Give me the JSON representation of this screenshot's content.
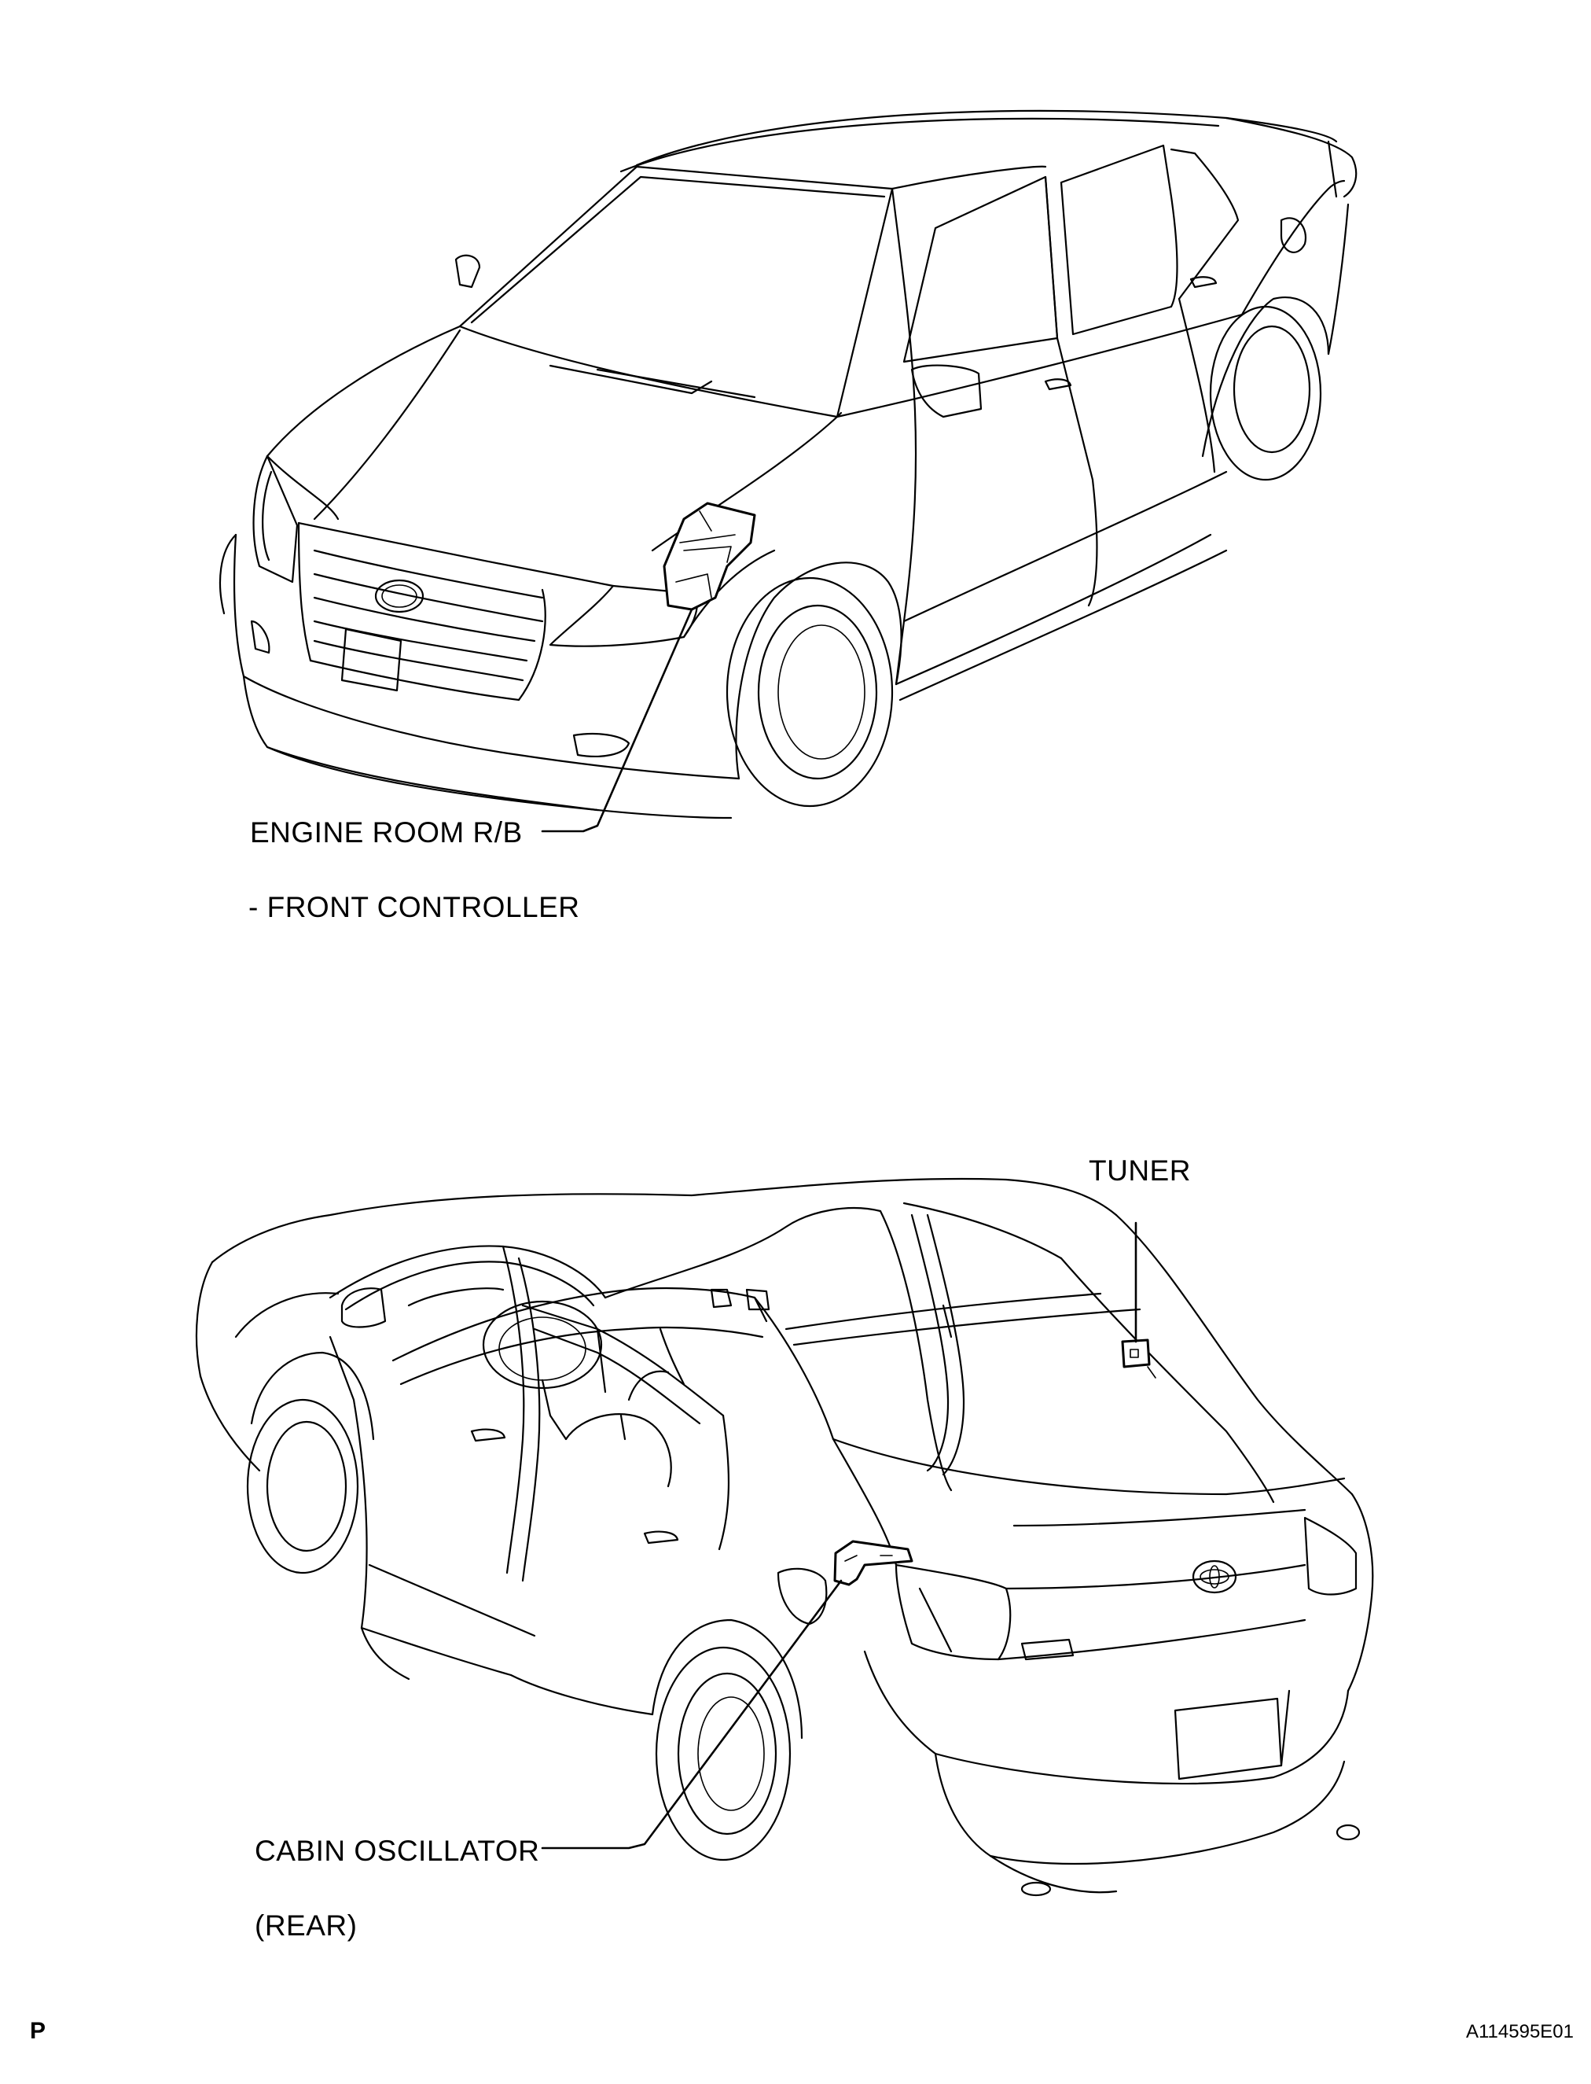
{
  "callouts": {
    "engine_room_rb": "ENGINE ROOM R/B",
    "front_controller": "- FRONT CONTROLLER",
    "tuner": "TUNER",
    "cabin_oscillator": "CABIN OSCILLATOR",
    "rear": "(REAR)"
  },
  "corner": {
    "page_mark": "P",
    "figure_id": "A114595E01"
  },
  "icons": [
    "toyota-emblem-icon"
  ]
}
